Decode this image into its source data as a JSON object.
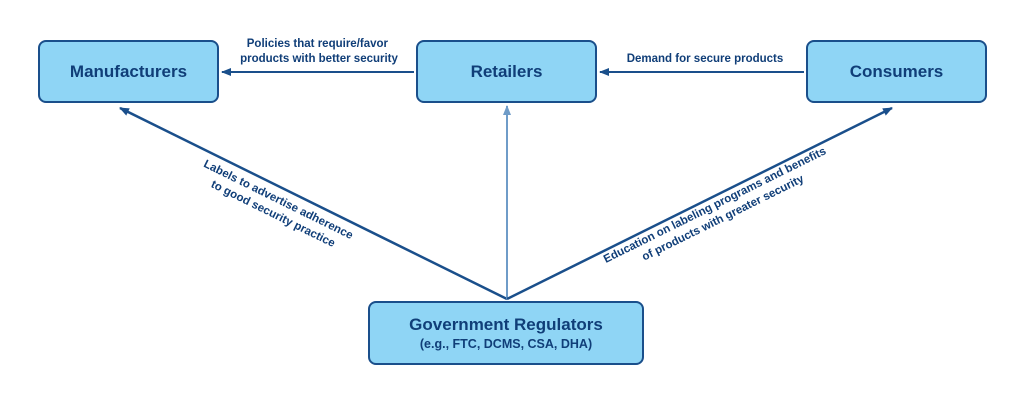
{
  "nodes": {
    "manufacturers": "Manufacturers",
    "retailers": "Retailers",
    "consumers": "Consumers",
    "regulators": "Government Regulators",
    "regulators_sub": "(e.g., FTC, DCMS, CSA, DHA)"
  },
  "edges": {
    "retailers_to_manufacturers": [
      "Policies that require/favor",
      "products with better security"
    ],
    "consumers_to_retailers": "Demand for secure products",
    "regulators_to_manufacturers": [
      "Labels to advertise adherence",
      "to good security practice"
    ],
    "regulators_to_consumers": [
      "Education on labeling programs and benefits",
      "of products with greater security"
    ]
  },
  "colors": {
    "box_fill": "#8fd5f5",
    "box_border": "#1a4f8b",
    "text": "#103e78",
    "arrow": "#1a4f8b",
    "arrow_light": "#6f9cc8"
  }
}
